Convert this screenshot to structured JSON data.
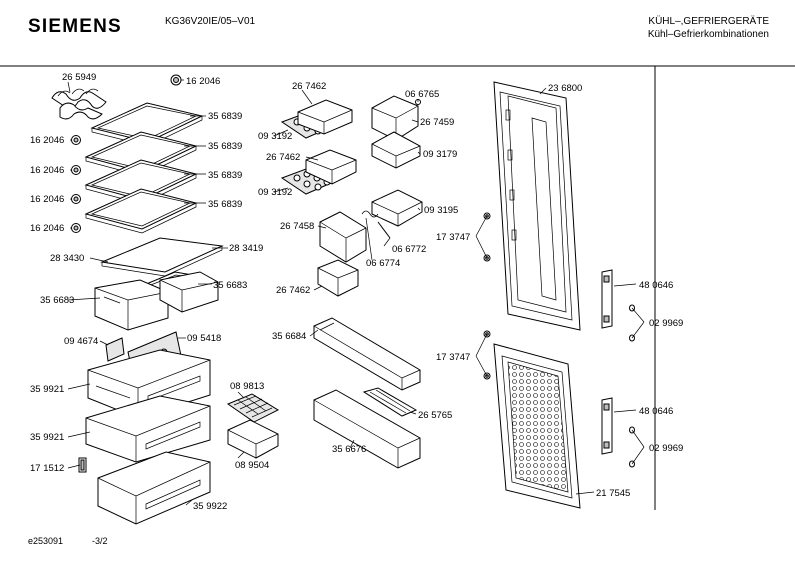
{
  "header": {
    "brand": "SIEMENS",
    "model": "KG36V20IE/05–V01",
    "category_line1": "KÜHL–,GEFRIERGERÄTE",
    "category_line2": "Kühl–Gefrierkombinationen"
  },
  "footer": {
    "diagram_id": "e253091",
    "page": "-3/2"
  },
  "parts": {
    "p265949": "26 5949",
    "p162046_top": "16 2046",
    "p356839_a": "35 6839",
    "p356839_b": "35 6839",
    "p356839_c": "35 6839",
    "p356839_d": "35 6839",
    "p162046_a": "16 2046",
    "p162046_b": "16 2046",
    "p162046_c": "16 2046",
    "p162046_d": "16 2046",
    "p283419": "28 3419",
    "p283430": "28 3430",
    "p356683_a": "35 6683",
    "p356683_b": "35 6683",
    "p094674": "09 4674",
    "p095418": "09 5418",
    "p359921_a": "35 9921",
    "p359921_b": "35 9921",
    "p171512": "17 1512",
    "p359922": "35 9922",
    "p089813": "08 9813",
    "p089504": "08 9504",
    "p267462_a": "26 7462",
    "p093192_a": "09 3192",
    "p267462_b": "26 7462",
    "p093192_b": "09 3192",
    "p066765": "06 6765",
    "p267459": "26 7459",
    "p093179": "09 3179",
    "p093195": "09 3195",
    "p267458": "26 7458",
    "p066772": "06 6772",
    "p066774": "06 6774",
    "p267462_c": "26 7462",
    "p356684": "35 6684",
    "p265765": "26 5765",
    "p356676": "35 6676",
    "p236800": "23 6800",
    "p173747_a": "17 3747",
    "p480646_a": "48 0646",
    "p029969_a": "02 9969",
    "p173747_b": "17 3747",
    "p480646_b": "48 0646",
    "p029969_b": "02 9969",
    "p217545": "21 7545"
  }
}
